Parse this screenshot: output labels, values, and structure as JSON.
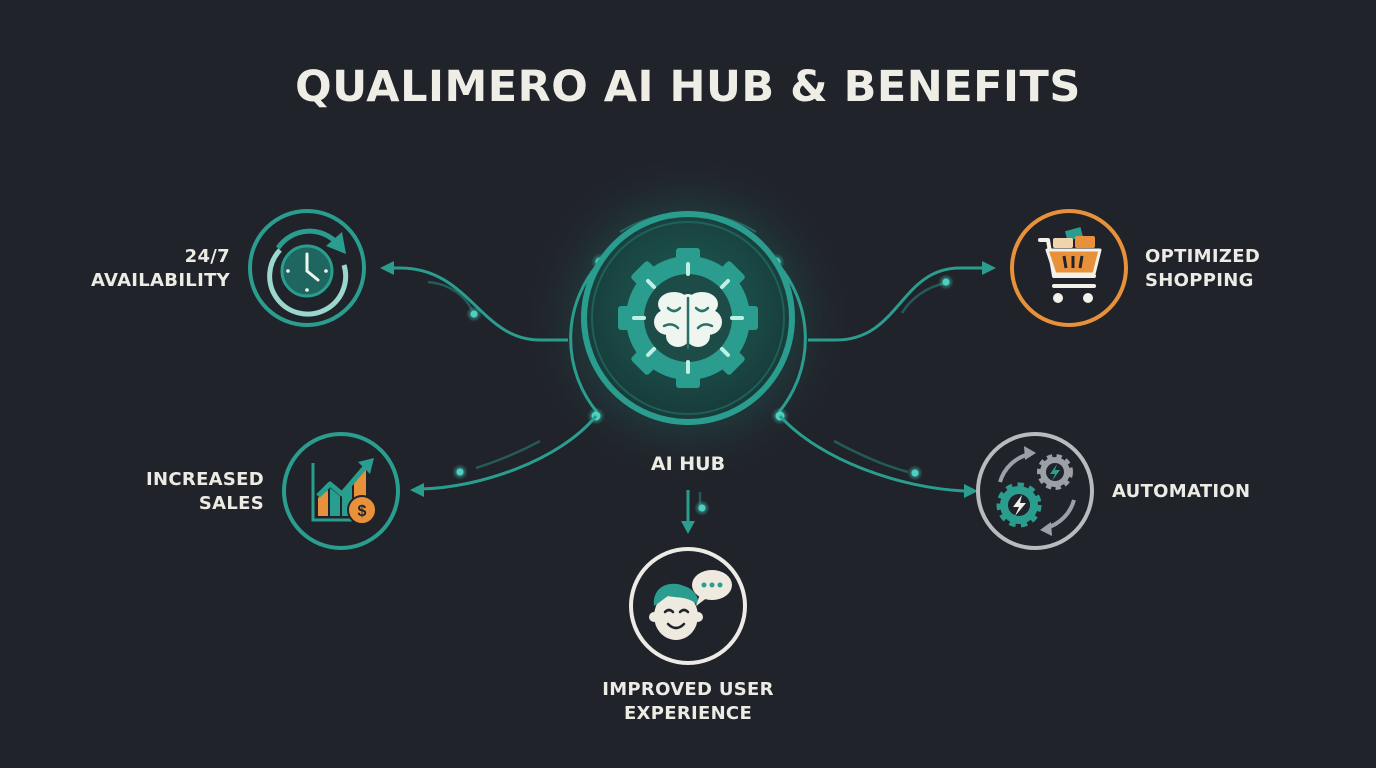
{
  "title": "QUALIMERO AI HUB & BENEFITS",
  "hub": {
    "label": "AI HUB",
    "icon": "brain-gear-icon",
    "color": "#2a9d8f"
  },
  "benefits": [
    {
      "id": "availability",
      "line1": "24/7",
      "line2": "AVAILABILITY",
      "icon": "clock-refresh-icon",
      "ring_color": "#2a9d8f"
    },
    {
      "id": "sales",
      "line1": "INCREASED",
      "line2": "SALES",
      "icon": "chart-growth-dollar-icon",
      "ring_color": "#2a9d8f"
    },
    {
      "id": "shopping",
      "line1": "OPTIMIZED",
      "line2": "SHOPPING",
      "icon": "shopping-cart-icon",
      "ring_color": "#e8913a"
    },
    {
      "id": "automation",
      "line1": "AUTOMATION",
      "line2": "",
      "icon": "gears-lightning-icon",
      "ring_color": "#b8bcc0"
    },
    {
      "id": "user-experience",
      "line1": "IMPROVED USER",
      "line2": "EXPERIENCE",
      "icon": "happy-user-chat-icon",
      "ring_color": "#ecebe4"
    }
  ],
  "colors": {
    "background": "#20232a",
    "teal": "#2a9d8f",
    "teal_light": "#4fd1c1",
    "orange": "#e8913a",
    "text": "#ecebe4",
    "gray": "#b8bcc0"
  }
}
